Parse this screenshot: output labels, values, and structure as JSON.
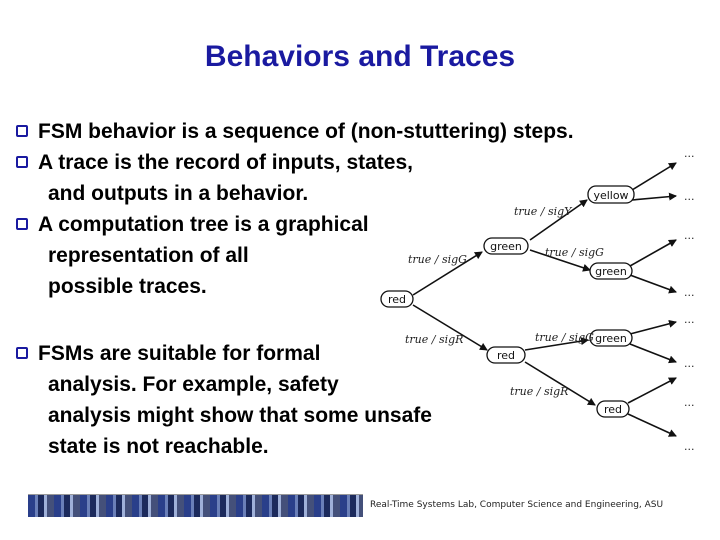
{
  "title": "Behaviors and Traces",
  "bullets": [
    {
      "lines": [
        "FSM behavior is a sequence of (non-stuttering) steps."
      ]
    },
    {
      "lines": [
        "A trace is the record of inputs, states,",
        "and outputs in a behavior."
      ]
    },
    {
      "lines": [
        "A computation tree is a graphical",
        "representation of all",
        "possible traces."
      ]
    },
    {
      "lines": [
        "FSMs are suitable for formal",
        "analysis. For example, safety",
        "analysis might show that some unsafe",
        "state is not reachable."
      ]
    }
  ],
  "tree": {
    "nodes": [
      "red",
      "green",
      "red",
      "yellow",
      "green",
      "green",
      "red"
    ],
    "edge_labels": [
      "true / sigG",
      "true / sigR",
      "true / sigY",
      "true / sigG",
      "true / sigG",
      "true / sigR"
    ],
    "continuation": "..."
  },
  "footer": {
    "text": "Real-Time Systems Lab, Computer Science and Engineering, ASU"
  }
}
